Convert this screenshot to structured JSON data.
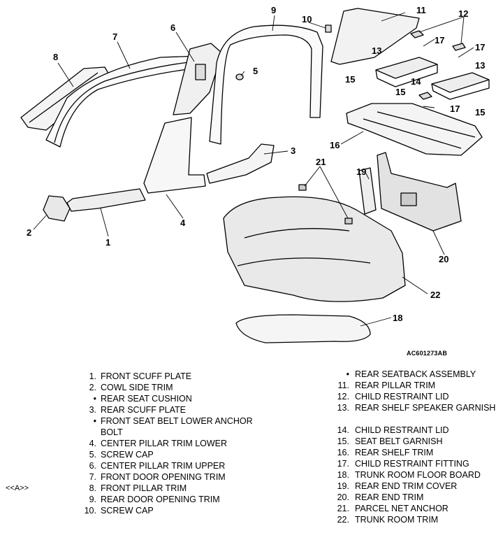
{
  "diagram_code": "AC601273AB",
  "note_label": "<<A>>",
  "callouts": [
    "1",
    "2",
    "3",
    "4",
    "5",
    "6",
    "7",
    "8",
    "9",
    "10",
    "11",
    "12",
    "13",
    "13",
    "14",
    "15",
    "15",
    "15",
    "16",
    "17",
    "17",
    "17",
    "18",
    "19",
    "20",
    "21",
    "22"
  ],
  "legend_left": [
    {
      "num": "1.",
      "text": "FRONT SCUFF PLATE"
    },
    {
      "num": "2.",
      "text": "COWL SIDE TRIM"
    },
    {
      "num": "•",
      "text": "REAR SEAT CUSHION"
    },
    {
      "num": "3.",
      "text": "REAR SCUFF PLATE"
    },
    {
      "num": "•",
      "text": "FRONT SEAT BELT LOWER ANCHOR BOLT"
    },
    {
      "num": "4.",
      "text": "CENTER PILLAR TRIM LOWER"
    },
    {
      "num": "5.",
      "text": "SCREW CAP"
    },
    {
      "num": "6.",
      "text": "CENTER PILLAR TRIM UPPER"
    },
    {
      "num": "7.",
      "text": "FRONT DOOR OPENING TRIM"
    },
    {
      "num": "8.",
      "text": "FRONT PILLAR TRIM"
    },
    {
      "num": "9.",
      "text": "REAR DOOR OPENING TRIM"
    },
    {
      "num": "10.",
      "text": "SCREW CAP"
    }
  ],
  "legend_right": [
    {
      "num": "•",
      "text": "REAR SEATBACK ASSEMBLY"
    },
    {
      "num": "11.",
      "text": "REAR PILLAR TRIM"
    },
    {
      "num": "12.",
      "text": "CHILD RESTRAINT LID"
    },
    {
      "num": "13.",
      "text": "REAR SHELF SPEAKER GARNISH"
    },
    {
      "num": "14.",
      "text": "CHILD RESTRAINT LID"
    },
    {
      "num": "15.",
      "text": "SEAT BELT GARNISH"
    },
    {
      "num": "16.",
      "text": "REAR SHELF TRIM"
    },
    {
      "num": "17.",
      "text": "CHILD RESTRAINT FITTING"
    },
    {
      "num": "18.",
      "text": "TRUNK ROOM FLOOR BOARD"
    },
    {
      "num": "19.",
      "text": "REAR END TRIM COVER"
    },
    {
      "num": "20.",
      "text": "REAR END TRIM"
    },
    {
      "num": "21.",
      "text": "PARCEL NET ANCHOR"
    },
    {
      "num": "22.",
      "text": "TRUNK ROOM TRIM"
    }
  ]
}
